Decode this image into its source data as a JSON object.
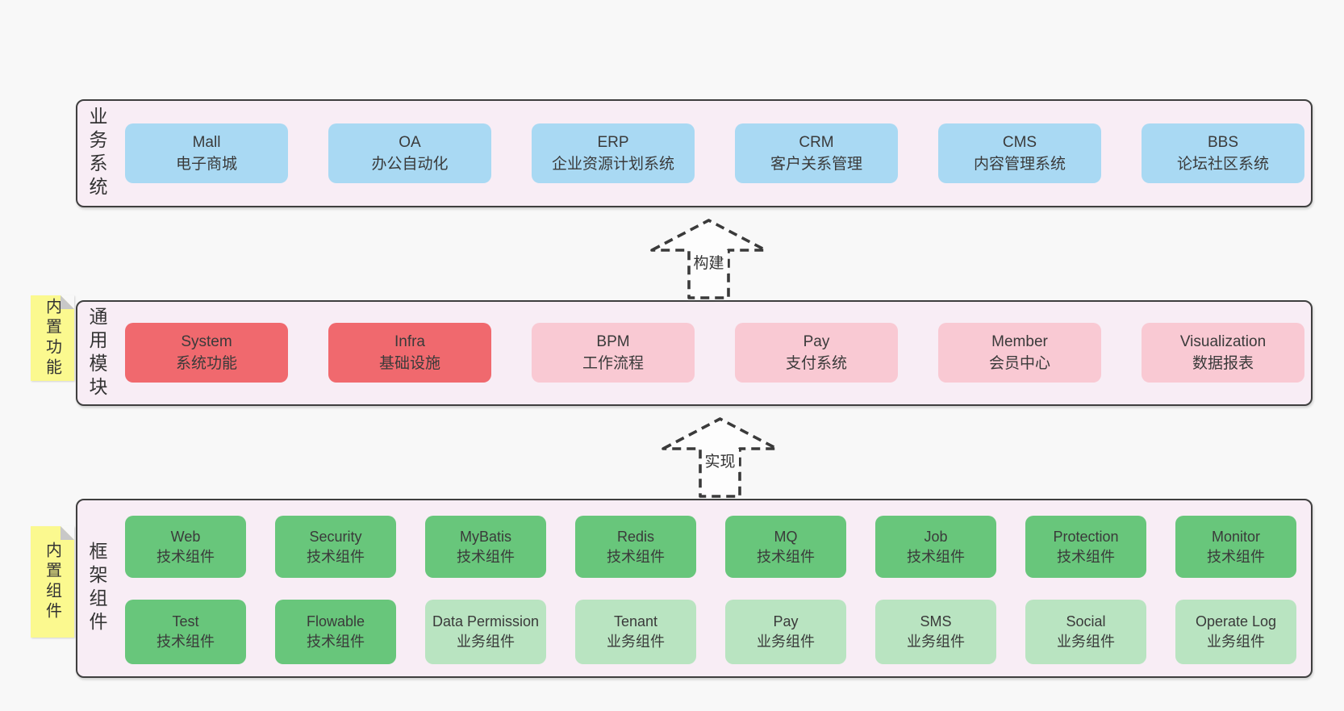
{
  "colors": {
    "canvas_bg": "#f8f8f8",
    "section_bg": "#f8edf5",
    "section_border": "#3f3f3f",
    "blue_box": "#a9d9f3",
    "red_box": "#f0696e",
    "pink_box": "#f9c9d3",
    "green_box": "#68c67b",
    "green_light_box": "#b9e4c1",
    "yellow_note": "#fbf98f",
    "text": "#3a3a3a"
  },
  "arrows": [
    {
      "label": "构建"
    },
    {
      "label": "实现"
    }
  ],
  "sections": [
    {
      "label": "业务系统",
      "rows": [
        [
          {
            "title": "Mall",
            "subtitle": "电子商城",
            "variant": "blue"
          },
          {
            "title": "OA",
            "subtitle": "办公自动化",
            "variant": "blue"
          },
          {
            "title": "ERP",
            "subtitle": "企业资源计划系统",
            "variant": "blue"
          },
          {
            "title": "CRM",
            "subtitle": "客户关系管理",
            "variant": "blue"
          },
          {
            "title": "CMS",
            "subtitle": "内容管理系统",
            "variant": "blue"
          },
          {
            "title": "BBS",
            "subtitle": "论坛社区系统",
            "variant": "blue"
          }
        ]
      ]
    },
    {
      "label": "通用模块",
      "note": "内置功能",
      "rows": [
        [
          {
            "title": "System",
            "subtitle": "系统功能",
            "variant": "red"
          },
          {
            "title": "Infra",
            "subtitle": "基础设施",
            "variant": "red"
          },
          {
            "title": "BPM",
            "subtitle": "工作流程",
            "variant": "pink"
          },
          {
            "title": "Pay",
            "subtitle": "支付系统",
            "variant": "pink"
          },
          {
            "title": "Member",
            "subtitle": "会员中心",
            "variant": "pink"
          },
          {
            "title": "Visualization",
            "subtitle": "数据报表",
            "variant": "pink"
          }
        ]
      ]
    },
    {
      "label": "框架组件",
      "note": "内置组件",
      "rows": [
        [
          {
            "title": "Web",
            "subtitle": "技术组件",
            "variant": "green"
          },
          {
            "title": "Security",
            "subtitle": "技术组件",
            "variant": "green"
          },
          {
            "title": "MyBatis",
            "subtitle": "技术组件",
            "variant": "green"
          },
          {
            "title": "Redis",
            "subtitle": "技术组件",
            "variant": "green"
          },
          {
            "title": "MQ",
            "subtitle": "技术组件",
            "variant": "green"
          },
          {
            "title": "Job",
            "subtitle": "技术组件",
            "variant": "green"
          },
          {
            "title": "Protection",
            "subtitle": "技术组件",
            "variant": "green"
          },
          {
            "title": "Monitor",
            "subtitle": "技术组件",
            "variant": "green"
          }
        ],
        [
          {
            "title": "Test",
            "subtitle": "技术组件",
            "variant": "green"
          },
          {
            "title": "Flowable",
            "subtitle": "技术组件",
            "variant": "green"
          },
          {
            "title": "Data Permission",
            "subtitle": "业务组件",
            "variant": "green-light"
          },
          {
            "title": "Tenant",
            "subtitle": "业务组件",
            "variant": "green-light"
          },
          {
            "title": "Pay",
            "subtitle": "业务组件",
            "variant": "green-light"
          },
          {
            "title": "SMS",
            "subtitle": "业务组件",
            "variant": "green-light"
          },
          {
            "title": "Social",
            "subtitle": "业务组件",
            "variant": "green-light"
          },
          {
            "title": "Operate Log",
            "subtitle": "业务组件",
            "variant": "green-light"
          }
        ]
      ]
    }
  ]
}
